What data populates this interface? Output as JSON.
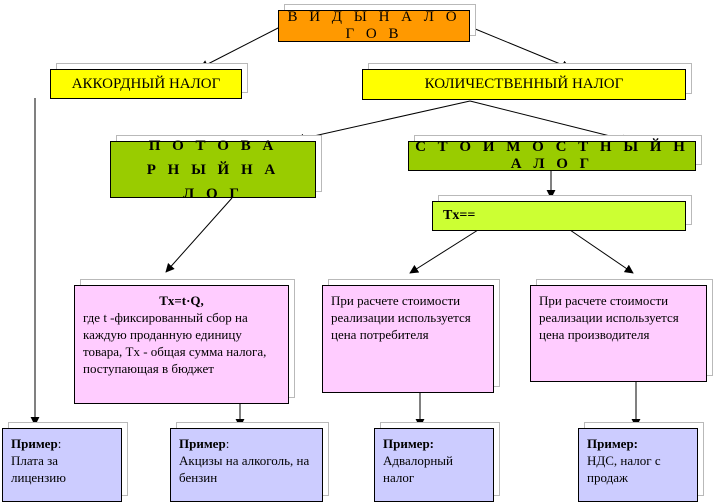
{
  "diagram": {
    "root": "В И Д Ы   Н А Л О Г О В",
    "accord": "АККОРДНЫЙ НАЛОГ",
    "quantity": "КОЛИЧЕСТВЕННЫЙ  НАЛОГ",
    "commodity": "П О Т О В А Р Н Ы Й  Н А Л О Г",
    "cost": "С Т О И М О С Т Н Ы Й  Н А Л О Г",
    "tx_formula": "Tx==",
    "per_unit": {
      "formula": "Tx=t·Q,",
      "text": "где t -фиксированный сбор на каждую проданную единицу товара, Tx - общая сумма налога, поступающая в бюджет"
    },
    "consumer_price": "При расчете стоимости реализации используется цена потребителя",
    "producer_price": "При расчете стоимости реализации используется цена производителя",
    "examples": [
      {
        "label": "Пример",
        "suffix": ":",
        "text": "Плата за лицензию"
      },
      {
        "label": "Пример",
        "suffix": ":",
        "text": "Акцизы на алкоголь, на бензин"
      },
      {
        "label": "Пример:",
        "suffix": "",
        "text": "Адвалорный налог"
      },
      {
        "label": "Пример:",
        "suffix": "",
        "text": "НДС, налог с продаж"
      }
    ]
  }
}
